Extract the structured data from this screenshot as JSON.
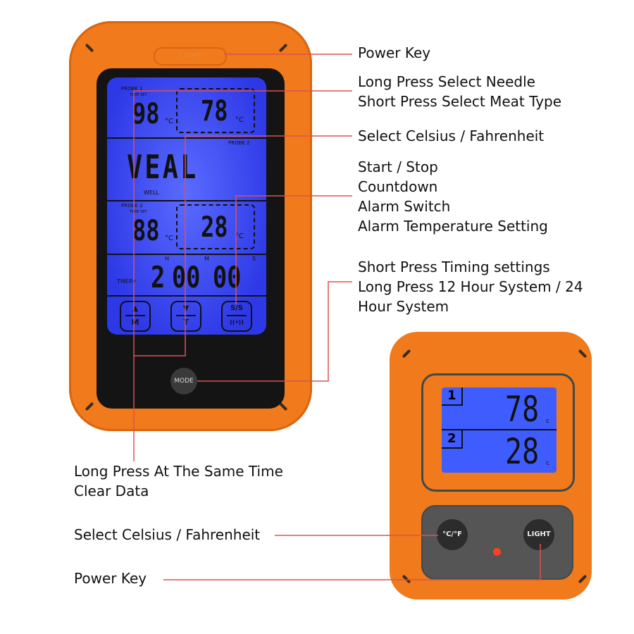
{
  "front_device": {
    "light_key": "LIGHT",
    "probe1_label": "PROBE 1",
    "temp_set_label": "TEMP SET",
    "probe1_set": "98",
    "probe1_current": "78",
    "unit": "°C",
    "probe2_top_label": "PROBE 2",
    "meat_type": "VEAL",
    "doneness": "WELL",
    "probe2_label": "PROBE 2",
    "probe2_set": "88",
    "probe2_current": "28",
    "timer_label": "TMER▾",
    "timer_hours": "2",
    "timer_minutes": "00",
    "timer_seconds": "00",
    "h_mark": "H",
    "m_mark": "M",
    "s_mark": "S",
    "buttons": [
      {
        "top": "▲",
        "bottom": "M"
      },
      {
        "top": "▼",
        "bottom": "T"
      },
      {
        "top": "S/S",
        "bottom": "((•))"
      }
    ],
    "mode_button": "MODE"
  },
  "receiver": {
    "probe1_num": "1",
    "probe1_temp": "78",
    "probe2_num": "2",
    "probe2_temp": "28",
    "unit": "c",
    "cf_button": "°C/°F",
    "light_button": "LIGHT"
  },
  "annotations": {
    "power_key": "Power Key",
    "select_needle": "Long Press Select Needle",
    "select_meat": "Short Press Select Meat Type",
    "celsius_fahrenheit": "Select Celsius / Fahrenheit",
    "start_stop": "Start / Stop",
    "countdown": "Countdown",
    "alarm_switch": "Alarm Switch",
    "alarm_temp": "Alarm Temperature Setting",
    "timing_1": "Short Press Timing settings",
    "timing_2": "Long Press 12 Hour System / 24",
    "timing_3": "Hour System",
    "clear_1": "Long Press At The Same Time",
    "clear_2": "Clear Data",
    "receiver_cf": "Select Celsius / Fahrenheit",
    "receiver_power": "Power Key"
  },
  "colors": {
    "device_orange": "#f07a1c",
    "lcd_blue": "#3f4cf0",
    "leader_line": "#e05050"
  }
}
